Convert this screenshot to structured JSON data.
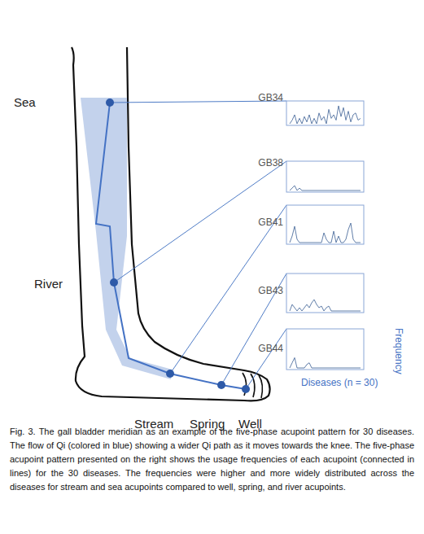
{
  "diagram": {
    "caption": "Fig. 3. The gall bladder meridian as an example of the five-phase acupoint pattern for 30 diseases. The flow of Qi (colored in blue) showing a wider Qi path as it moves towards the knee. The five-phase acupoint pattern presented on the right shows the usage frequencies of each acupoint (connected in lines) for the 30 diseases. The frequencies were higher and more widely distributed across the diseases for stream and sea acupoints compared to well, spring, and river acupoints.",
    "nodes": [
      {
        "text": [
          "GB34"
        ]
      },
      {
        "text": [
          "GB38"
        ]
      },
      {
        "text": [
          "GB41"
        ]
      },
      {
        "text": [
          "GB43"
        ]
      },
      {
        "text": [
          "GB44"
        ]
      }
    ],
    "labels": [
      "Sea",
      "River",
      "Stream",
      "Spring",
      "Well",
      "Frequency",
      "Diseases (n = 30)"
    ]
  }
}
